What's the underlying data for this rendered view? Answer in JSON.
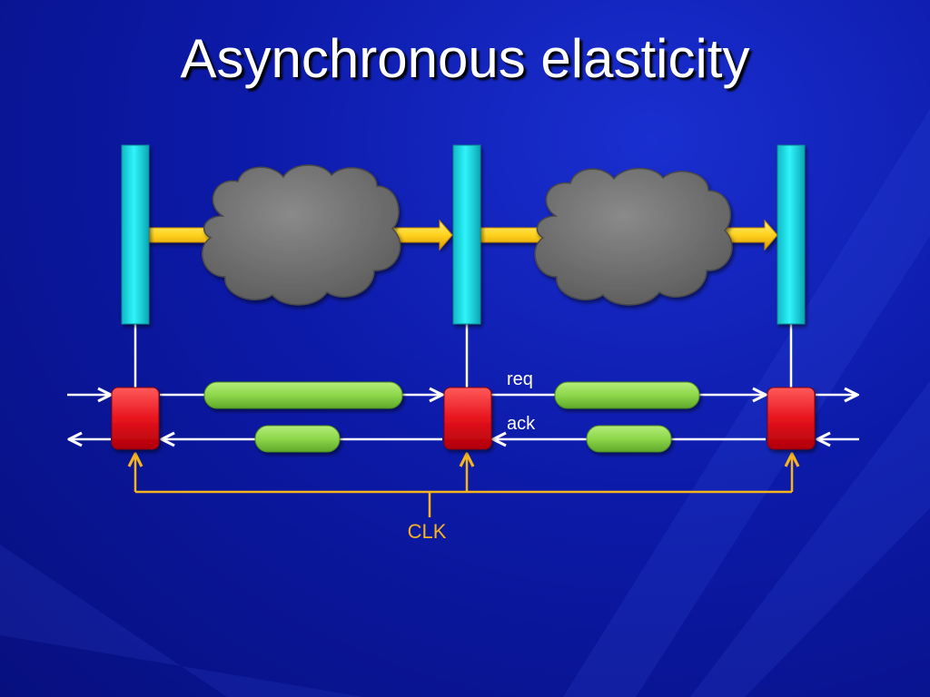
{
  "title": "Asynchronous elasticity",
  "labels": {
    "req": "req",
    "ack": "ack",
    "clk": "CLK"
  },
  "colors": {
    "background": "#0c1aa8",
    "register": "#18e6ee",
    "cloud": "#6e6e6e",
    "data_arrow": "#ffd21e",
    "controller": "#e8141e",
    "delay": "#8cd74a",
    "clock": "#f5b41e",
    "wire": "#ffffff"
  }
}
